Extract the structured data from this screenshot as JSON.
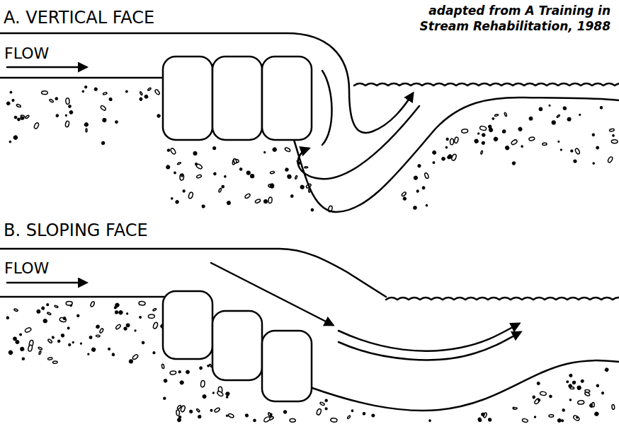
{
  "diagram": {
    "labels": [
      "A. VERTICAL FACE",
      "adapted from A Training in Stream Rehabilitation, 1988",
      "FLOW",
      "B. SLOPING FACE",
      "FLOW"
    ]
  }
}
